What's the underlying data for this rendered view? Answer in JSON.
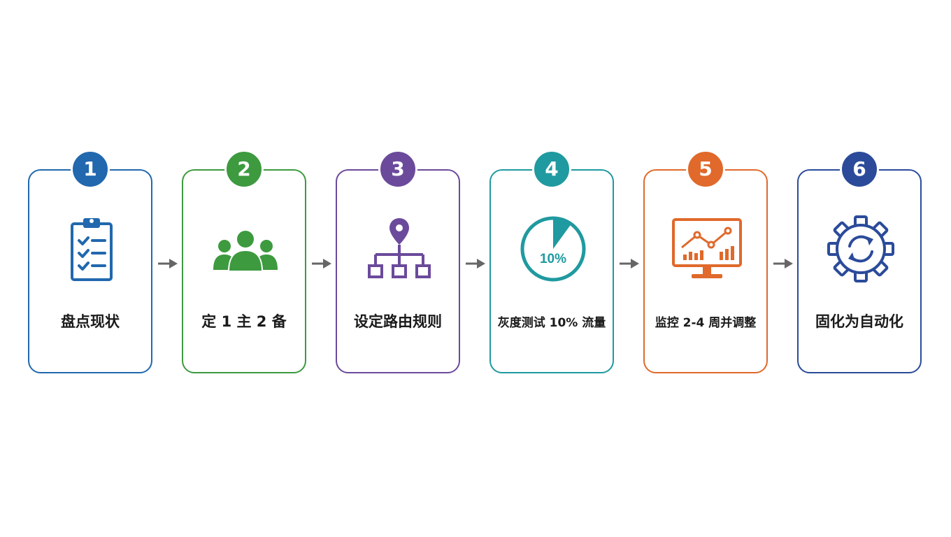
{
  "steps": [
    {
      "number": "1",
      "label": "盘点现状",
      "color": "#2168ae",
      "icon": "clipboard-checklist-icon"
    },
    {
      "number": "2",
      "label": "定 1 主 2 备",
      "color": "#3d9a3f",
      "icon": "team-group-icon"
    },
    {
      "number": "3",
      "label": "设定路由规则",
      "color": "#6b4a9b",
      "icon": "routing-hierarchy-icon"
    },
    {
      "number": "4",
      "label": "灰度测试 10% 流量",
      "color": "#1f9aa0",
      "icon": "pie-percent-icon",
      "icon_text": "10%",
      "share": 0.1
    },
    {
      "number": "5",
      "label": "监控 2-4 周并调整",
      "color": "#e0692b",
      "icon": "monitor-chart-icon"
    },
    {
      "number": "6",
      "label": "固化为自动化",
      "color": "#2b4b9a",
      "icon": "gear-refresh-icon"
    }
  ],
  "arrow_color": "#666666"
}
